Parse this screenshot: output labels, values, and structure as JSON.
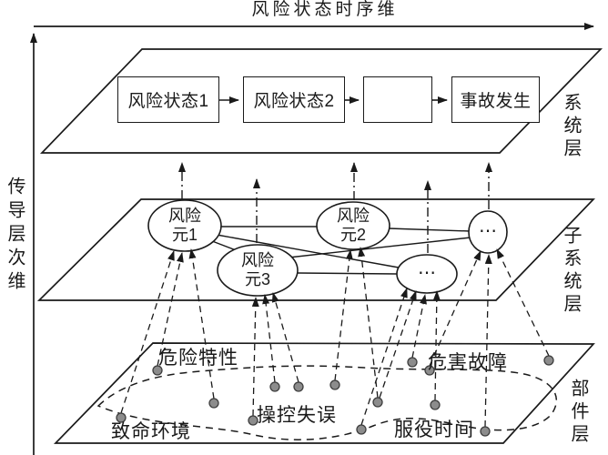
{
  "title": "风险状态时序维",
  "axes": {
    "horizontal_label": "风险状态时序维",
    "vertical_label": "传导层次维"
  },
  "system_layer": {
    "label": "系统层",
    "boxes": [
      {
        "label": "风险状态1"
      },
      {
        "label": "风险状态2"
      },
      {
        "label": ""
      },
      {
        "label": "事故发生"
      }
    ]
  },
  "subsystem_layer": {
    "label": "子系统层",
    "nodes": [
      {
        "label": "风险元1"
      },
      {
        "label": "风险元2"
      },
      {
        "label": "风险元3"
      },
      {
        "label": "⋯"
      },
      {
        "label": "⋯"
      }
    ]
  },
  "component_layer": {
    "label": "部件层",
    "factor_labels": [
      "危险特性",
      "危害故障",
      "致命环境",
      "操控失误",
      "服役时间"
    ]
  },
  "colors": {
    "line": "#1a1a1a",
    "dot_fill": "#8c8c8c",
    "dot_stroke": "#3d3d3d",
    "background": "#ffffff"
  }
}
